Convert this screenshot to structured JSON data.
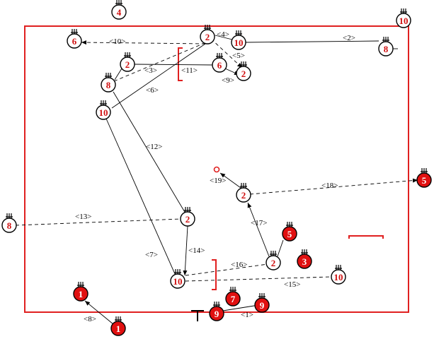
{
  "colors": {
    "field": "#e02020",
    "white_player_stroke": "#000000",
    "white_player_num": "#d01010",
    "red_player_fill": "#e01010",
    "red_player_num": "#ffffff",
    "line": "#000000"
  },
  "players": [
    {
      "id": "w4-top",
      "number": "4",
      "team": "white"
    },
    {
      "id": "w6-left",
      "number": "6",
      "team": "white"
    },
    {
      "id": "w2-upper-center",
      "number": "2",
      "team": "white"
    },
    {
      "id": "w10-upper-center",
      "number": "10",
      "team": "white"
    },
    {
      "id": "w10-top-right",
      "number": "10",
      "team": "white"
    },
    {
      "id": "w8-top-right",
      "number": "8",
      "team": "white"
    },
    {
      "id": "w2-left-upper",
      "number": "2",
      "team": "white"
    },
    {
      "id": "w6-center-upper",
      "number": "6",
      "team": "white"
    },
    {
      "id": "w2-center-upper-right",
      "number": "2",
      "team": "white"
    },
    {
      "id": "w8-left",
      "number": "8",
      "team": "white"
    },
    {
      "id": "w10-left",
      "number": "10",
      "team": "white"
    },
    {
      "id": "w8-far-left",
      "number": "8",
      "team": "white"
    },
    {
      "id": "w2-center-mid",
      "number": "2",
      "team": "white"
    },
    {
      "id": "w2-right-mid",
      "number": "2",
      "team": "white"
    },
    {
      "id": "w2-bottom-center",
      "number": "2",
      "team": "white"
    },
    {
      "id": "w10-bottom-center",
      "number": "10",
      "team": "white"
    },
    {
      "id": "w10-bottom-right",
      "number": "10",
      "team": "white"
    },
    {
      "id": "r5-right-edge",
      "number": "5",
      "team": "red"
    },
    {
      "id": "r5-center",
      "number": "5",
      "team": "red"
    },
    {
      "id": "r3-center",
      "number": "3",
      "team": "red"
    },
    {
      "id": "r1-left-bottom",
      "number": "1",
      "team": "red"
    },
    {
      "id": "r1-bottom",
      "number": "1",
      "team": "red"
    },
    {
      "id": "r7-bottom",
      "number": "7",
      "team": "red"
    },
    {
      "id": "r9-bottom-left",
      "number": "9",
      "team": "red"
    },
    {
      "id": "r9-bottom-right",
      "number": "9",
      "team": "red"
    }
  ],
  "labels": [
    "<1>",
    "<2>",
    "<3>",
    "<4>",
    "<5>",
    "<6>",
    "<7>",
    "<8>",
    "<9>",
    "<10>",
    "<11>",
    "<12>",
    "<13>",
    "<14>",
    "<15>",
    "<16>",
    "<17>",
    "<18>",
    "<19>"
  ]
}
